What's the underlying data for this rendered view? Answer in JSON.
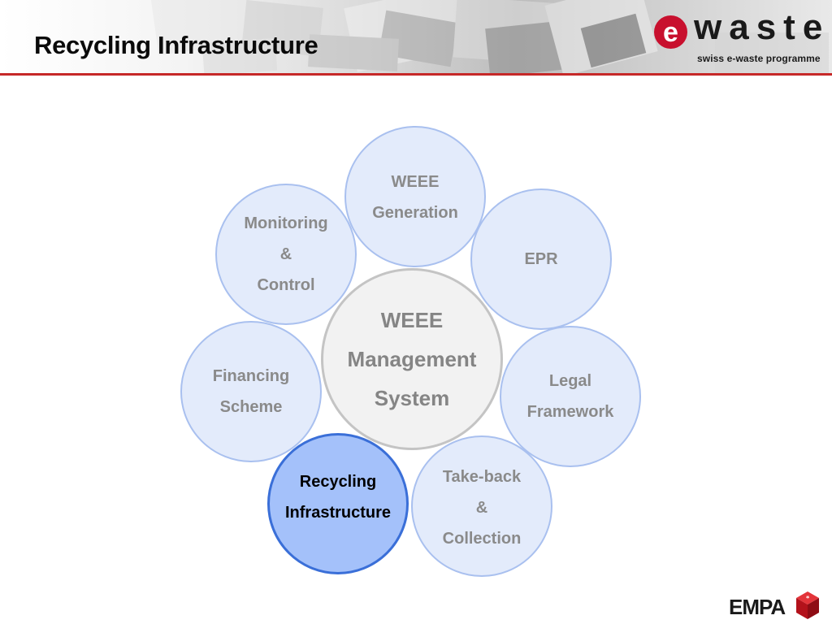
{
  "header": {
    "title": "Recycling Infrastructure",
    "accent_line_color": "#c62828"
  },
  "logo": {
    "letter": "e",
    "word": "waste",
    "tagline": "swiss e-waste programme",
    "color": "#c8102e"
  },
  "diagram": {
    "center": [
      "WEEE",
      "Management",
      "System"
    ],
    "nodes": [
      {
        "id": "weee-generation",
        "lines": [
          "WEEE",
          "Generation"
        ],
        "active": false
      },
      {
        "id": "epr",
        "lines": [
          "EPR"
        ],
        "active": false
      },
      {
        "id": "legal-framework",
        "lines": [
          "Legal",
          "Framework"
        ],
        "active": false
      },
      {
        "id": "take-back-collection",
        "lines": [
          "Take-back",
          "&",
          "Collection"
        ],
        "active": false
      },
      {
        "id": "recycling-infrastructure",
        "lines": [
          "Recycling",
          "Infrastructure"
        ],
        "active": true
      },
      {
        "id": "financing-scheme",
        "lines": [
          "Financing",
          "Scheme"
        ],
        "active": false
      },
      {
        "id": "monitoring-control",
        "lines": [
          "Monitoring",
          "&",
          "Control"
        ],
        "active": false
      }
    ]
  },
  "footer": {
    "brand": "EMPA"
  }
}
